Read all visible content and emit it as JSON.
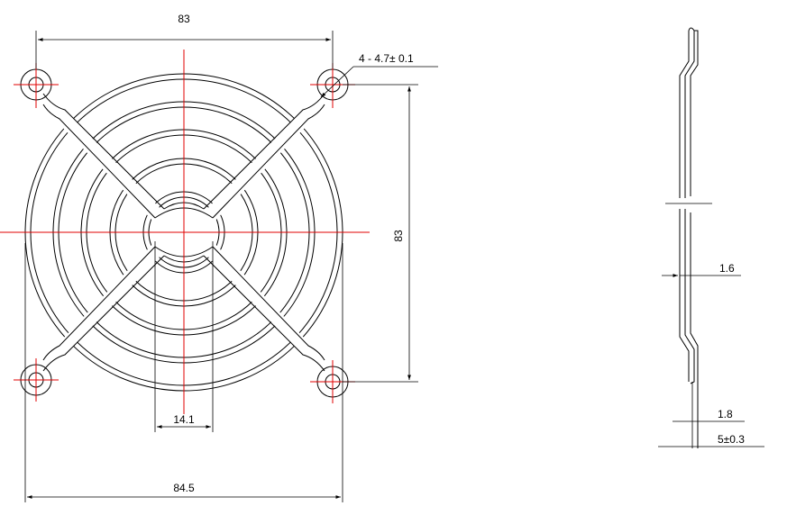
{
  "dimensions": {
    "top_width": "83",
    "hole_spec": "4 - 4.7± 0.1",
    "right_height": "83",
    "center_opening": "14.1",
    "overall_width": "84.5",
    "thickness_profile": "1.6",
    "wire_diameter": "1.8",
    "depth": "5±0.3"
  },
  "colors": {
    "outline": "#000000",
    "center_line": "#e00000"
  }
}
